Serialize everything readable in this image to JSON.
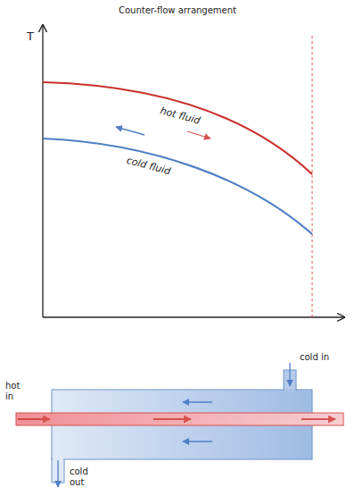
{
  "diagram": {
    "title": "Counter-flow arrangement",
    "labels": [
      "T",
      "hot fluid",
      "cold fluid",
      "hot in",
      "cold in",
      "cold out"
    ]
  }
}
